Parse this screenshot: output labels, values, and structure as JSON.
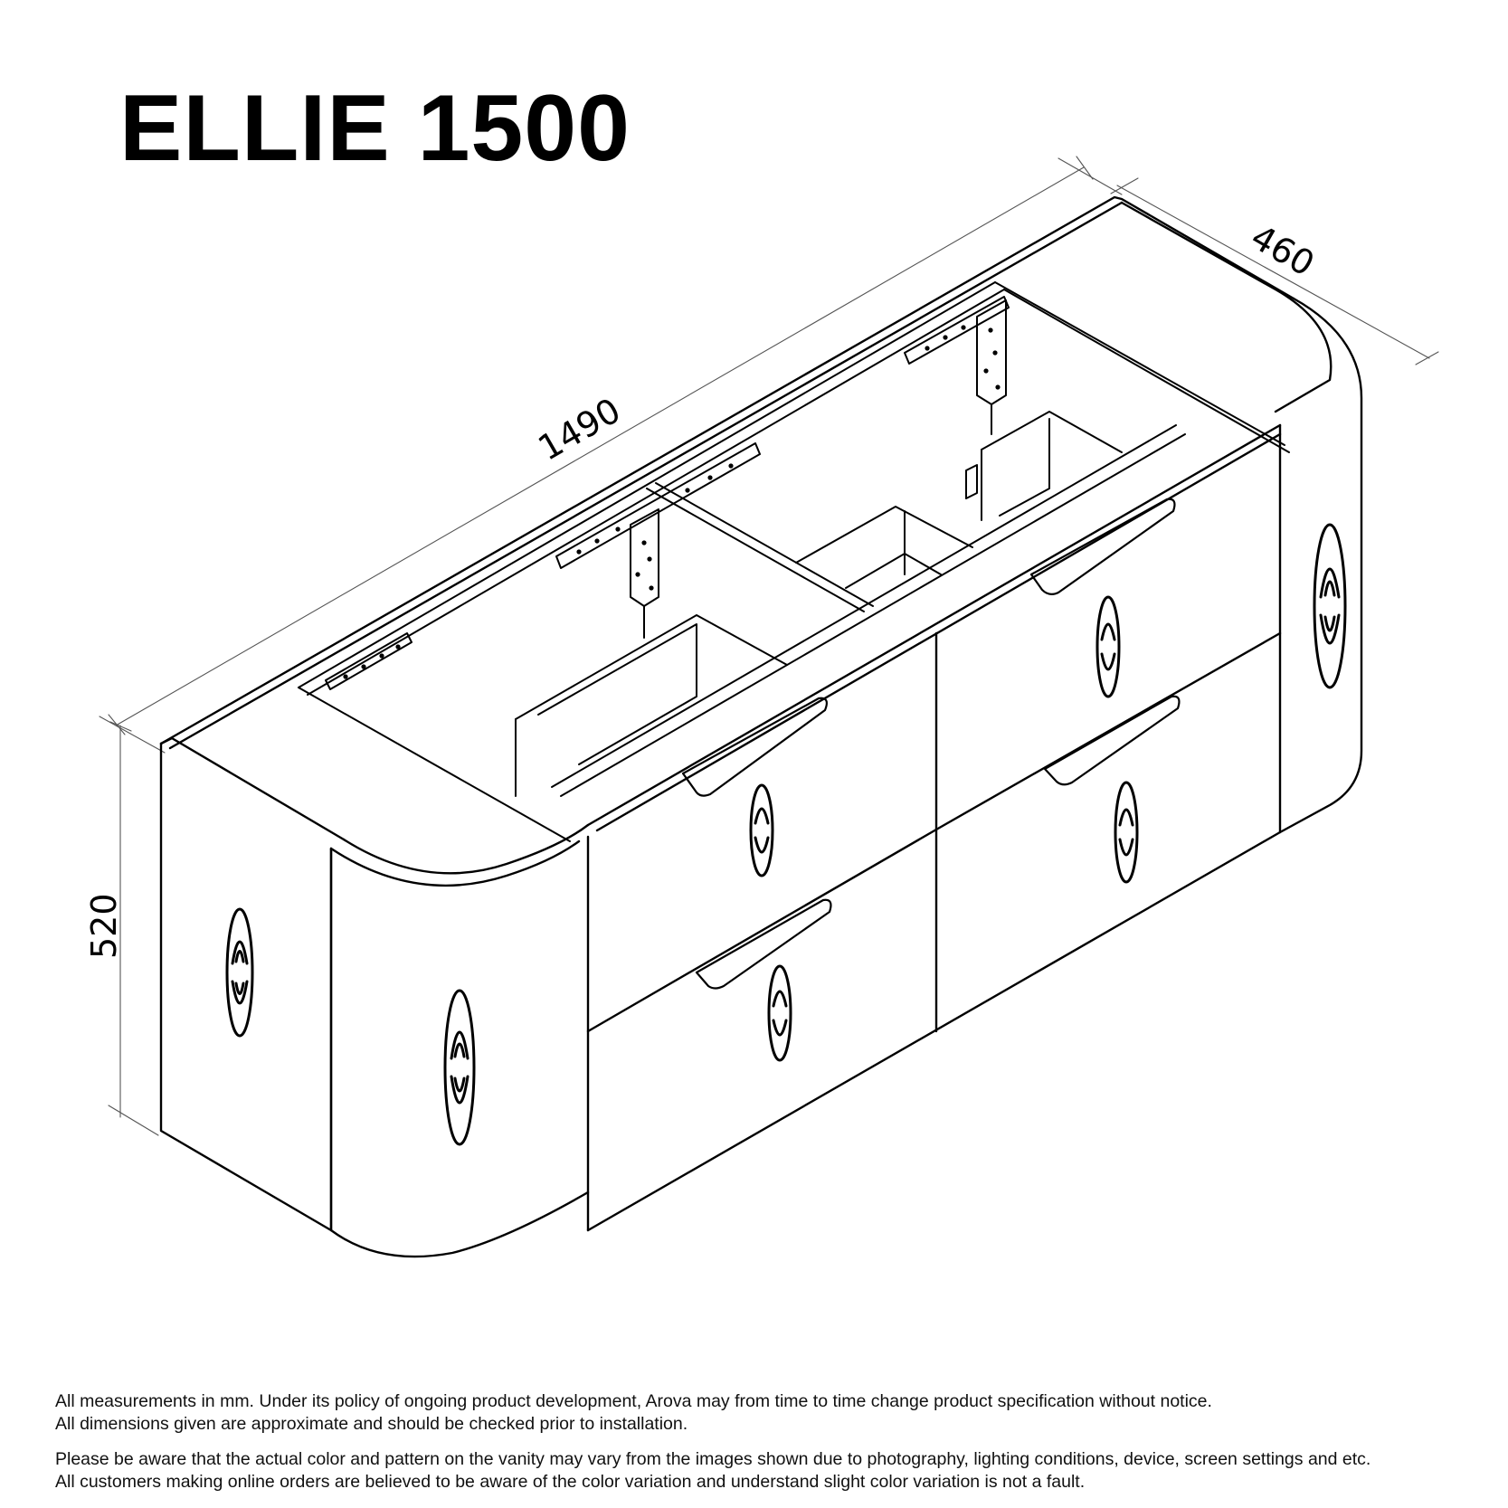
{
  "title": "ELLIE 1500",
  "dimensions": {
    "width": "1490",
    "depth": "460",
    "height": "520",
    "unit": "mm"
  },
  "drawing": {
    "subject": "vanity-cabinet-isometric",
    "drawers": 4,
    "line_color": "#000000",
    "dimension_line_color": "#555555",
    "background": "#ffffff"
  },
  "footer": {
    "line1": "All measurements in mm. Under its policy of ongoing product development, Arova may from time to time change product specification without notice.",
    "line2": "All dimensions given are approximate and should be checked prior to installation.",
    "line3": "Please be aware that the actual color and pattern on the vanity may vary from the images shown due to photography, lighting conditions, device, screen settings and etc.",
    "line4": "All customers making online orders are believed to be aware of the color variation and understand slight color variation is not a fault."
  }
}
